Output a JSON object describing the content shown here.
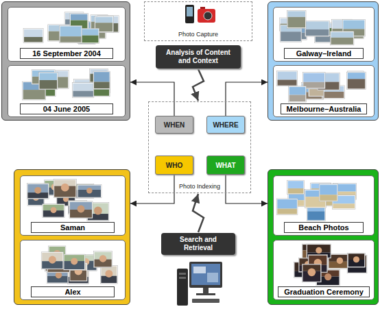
{
  "diagram": {
    "nodes": [
      {
        "text": []
      },
      {
        "text": [
          "16 September 2004"
        ],
        "in": 0
      },
      {
        "text": [
          "04 June 2005"
        ],
        "in": 0
      },
      {
        "text": [
          "Photo Capture"
        ]
      },
      {
        "text": [
          "Analysis of Content and Context"
        ]
      },
      {
        "text": []
      },
      {
        "text": [
          "Galway–Ireland"
        ],
        "in": 5
      },
      {
        "text": [
          "Melbourne–Australia"
        ],
        "in": 5
      },
      {
        "text": [
          "Photo Indexing"
        ]
      },
      {
        "text": [
          "WHEN"
        ],
        "in": 8
      },
      {
        "text": [
          "WHERE"
        ],
        "in": 8
      },
      {
        "text": [
          "WHO"
        ],
        "in": 8
      },
      {
        "text": [
          "WHAT"
        ],
        "in": 8
      },
      {
        "text": []
      },
      {
        "text": [
          "Saman"
        ],
        "in": 13
      },
      {
        "text": [
          "Alex"
        ],
        "in": 13
      },
      {
        "text": [
          "Search and Retrieval"
        ]
      },
      {
        "text": []
      },
      {
        "text": [
          "Beach Photos"
        ],
        "in": 17
      },
      {
        "text": [
          "Graduation Ceremony"
        ],
        "in": 17
      }
    ],
    "edges": [
      {
        "from": 4,
        "to": 8,
        "arrow": "to"
      },
      {
        "from": 16,
        "to": 8,
        "arrow": "to"
      },
      {
        "from": 9,
        "to": 0,
        "arrow": "to"
      },
      {
        "from": 10,
        "to": 5,
        "arrow": "to"
      },
      {
        "from": 11,
        "to": 13,
        "arrow": "to"
      },
      {
        "from": 12,
        "to": 17,
        "arrow": "to"
      }
    ]
  }
}
